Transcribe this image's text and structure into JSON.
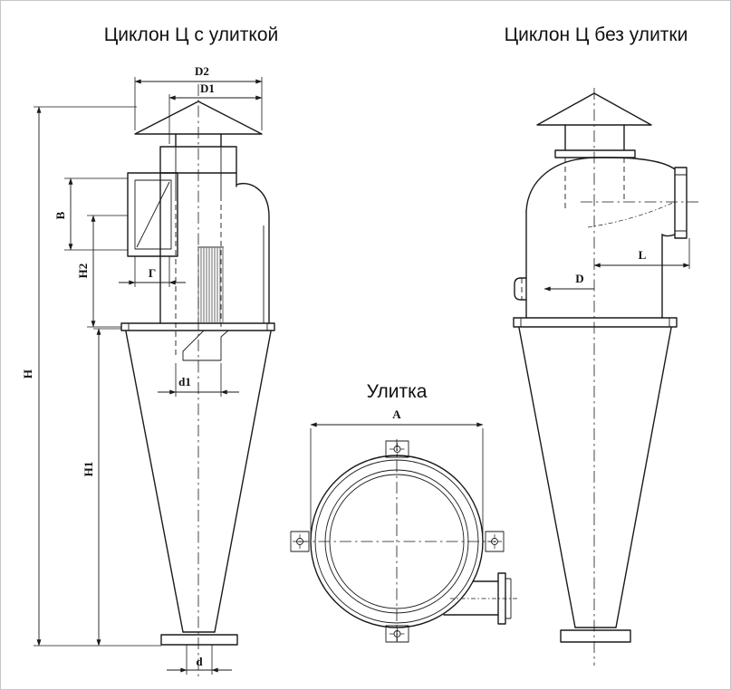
{
  "titles": {
    "left": "Циклон Ц с улиткой",
    "right": "Циклон Ц без улитки",
    "volute": "Улитка"
  },
  "dims": {
    "D2": "D2",
    "D1": "D1",
    "B": "B",
    "H2": "H2",
    "G": "Г",
    "H": "H",
    "H1": "H1",
    "d1": "d1",
    "d": "d",
    "L": "L",
    "D": "D",
    "A": "A"
  },
  "colors": {
    "line": "#1a1a1a",
    "background": "#ffffff"
  }
}
